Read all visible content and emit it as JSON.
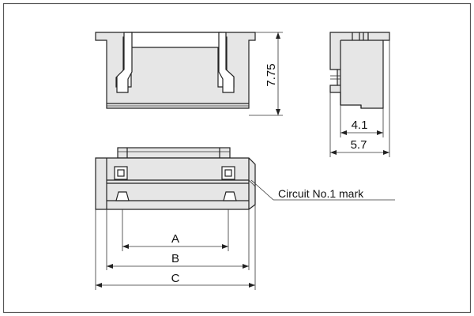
{
  "dimensions": {
    "height": "7.75",
    "depth_inner": "4.1",
    "depth_outer": "5.7",
    "a": "A",
    "b": "B",
    "c": "C"
  },
  "annotations": {
    "circuit_mark": "Circuit No.1 mark"
  },
  "colors": {
    "line": "#222222",
    "part_fill": "#e6e6e6",
    "background": "#ffffff",
    "frame": "#555555"
  }
}
